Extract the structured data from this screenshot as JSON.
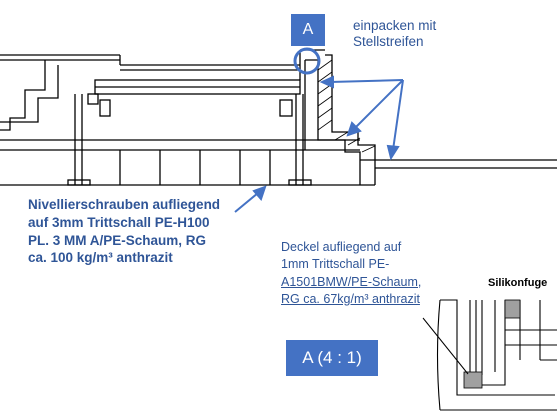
{
  "labels": {
    "detail_marker": "A",
    "packing_note": [
      "einpacken mit",
      "Stellstreifen"
    ],
    "screws_note": [
      "Nivellierschrauben aufliegend",
      "auf 3mm Trittschall PE-H100",
      "PL. 3 MM A/PE-Schaum, RG",
      "ca. 100 kg/m³ anthrazit"
    ],
    "lid_note": [
      "Deckel aufliegend auf",
      "1mm Trittschall PE-",
      "A1501BMW/PE-Schaum,",
      "RG ca. 67kg/m³ anthrazit"
    ],
    "silicone_label": "Silikonfuge",
    "detail_scale": "A (4 : 1)"
  },
  "colors": {
    "accent": "#4472c4",
    "note_text": "#2f5597",
    "drawing": "#000000"
  }
}
